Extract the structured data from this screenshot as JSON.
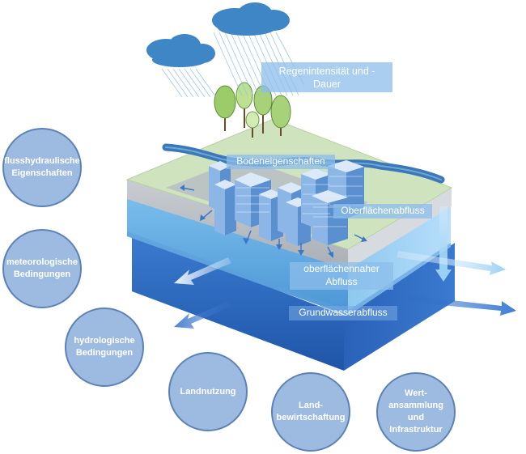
{
  "labels": {
    "rain": "Regenintensität und -\nDauer",
    "soil": "Bodeneigenschaften",
    "surface_runoff": "Oberflächenabfluss",
    "near_surface_runoff": "oberflächennaher\nAbfluss",
    "groundwater_runoff": "Grundwasserabfluss"
  },
  "factors": [
    "flusshydraulische\nEigenschaften",
    "meteorologische\nBedingungen",
    "hydrologische\nBedingungen",
    "Landnutzung",
    "Land-\nbewirtschaftung",
    "Wert-\nansammlung und\nInfrastruktur"
  ],
  "colors": {
    "circle_fill": "#9dbbe0",
    "circle_border": "#5b82b8",
    "grass": "#cfe4be",
    "river": "#3a78b8",
    "road": "#bfc4c9",
    "layer_light": "#6fb4e6",
    "layer_dark": "#2f6cc4",
    "cloud": "#3e86c6"
  }
}
